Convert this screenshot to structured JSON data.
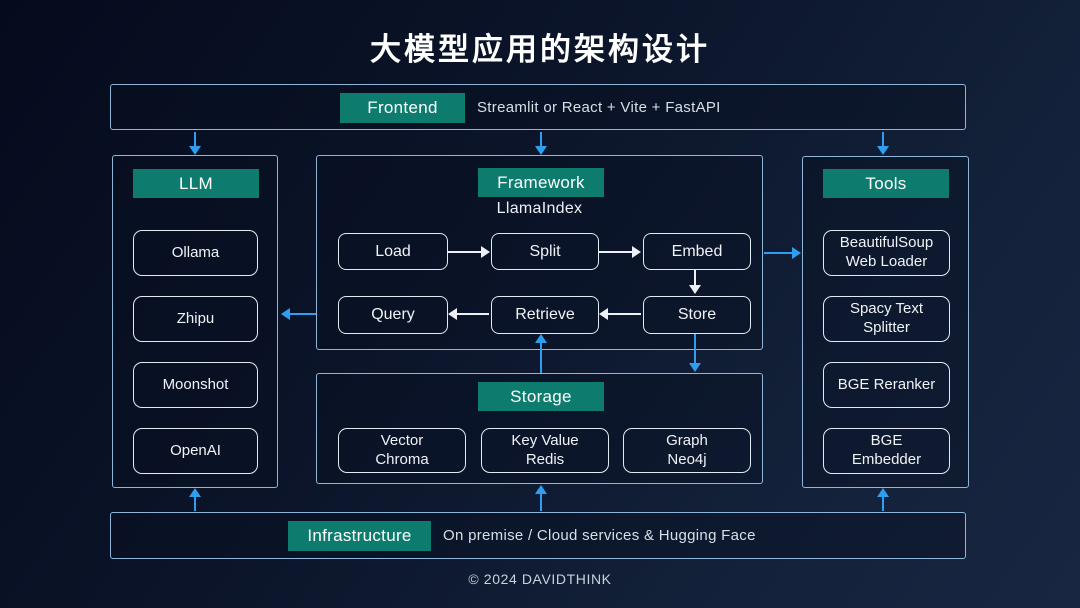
{
  "title": "大模型应用的架构设计",
  "footer": "© 2024 DAVIDTHINK",
  "frontend": {
    "label": "Frontend",
    "description": "Streamlit or React + Vite + FastAPI"
  },
  "llm": {
    "label": "LLM",
    "items": [
      "Ollama",
      "Zhipu",
      "Moonshot",
      "OpenAI"
    ]
  },
  "framework": {
    "label": "Framework",
    "subtitle": "LlamaIndex",
    "ingest_steps": [
      "Load",
      "Split",
      "Embed"
    ],
    "query_steps": [
      "Query",
      "Retrieve",
      "Store"
    ]
  },
  "storage": {
    "label": "Storage",
    "items": [
      "Vector\nChroma",
      "Key Value\nRedis",
      "Graph\nNeo4j"
    ]
  },
  "tools": {
    "label": "Tools",
    "items": [
      "BeautifulSoup\nWeb Loader",
      "Spacy Text\nSplitter",
      "BGE Reranker",
      "BGE\nEmbedder"
    ]
  },
  "infrastructure": {
    "label": "Infrastructure",
    "description": "On premise / Cloud services & Hugging Face"
  },
  "colors": {
    "accent_teal": "#0d7c6e",
    "arrow_blue": "#2e9ff0",
    "panel_border": "#8fb6d9"
  }
}
